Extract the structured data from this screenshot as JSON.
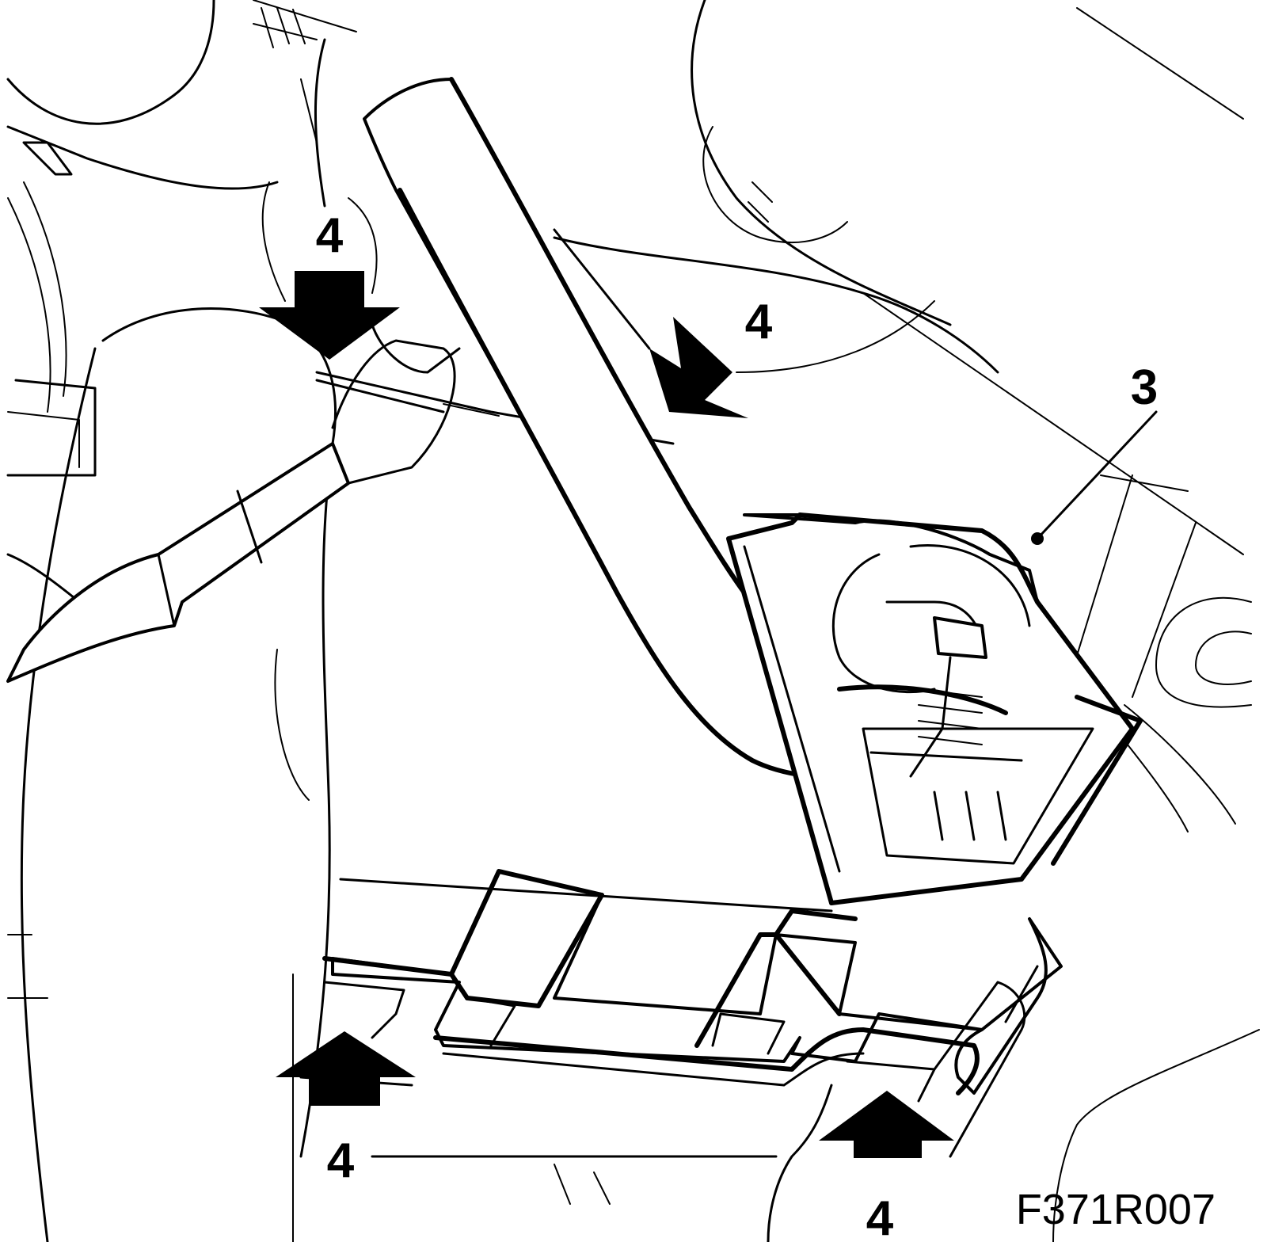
{
  "callouts": {
    "part_3": "3",
    "clip_top_left": "4",
    "clip_top_middle": "4",
    "clip_bottom_left": "4",
    "clip_bottom_right": "4"
  },
  "figure_code": "F371R007"
}
